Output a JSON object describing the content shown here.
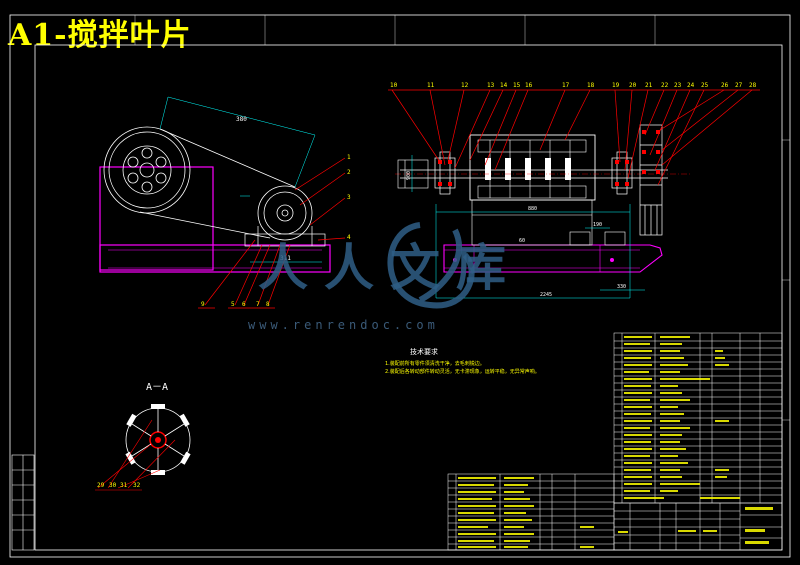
{
  "title": "A1-搅拌叶片",
  "watermark": {
    "url": "www.renrendoc.com",
    "text": "人人文库"
  },
  "section_label": "A－A",
  "tech_req": {
    "title": "技术要求",
    "lines": [
      "1.装配前所有零件须清洗干净，去毛刺锐边。",
      "2.装配后各转动部件转动灵活，无卡滞现象，运转平稳，无异常声响。"
    ]
  },
  "balloons_top": [
    "10",
    "11",
    "12",
    "13",
    "14",
    "15",
    "16",
    "17",
    "18",
    "19",
    "20",
    "21",
    "22",
    "23",
    "24",
    "25",
    "26",
    "27",
    "28"
  ],
  "balloons_left": [
    "1",
    "2",
    "3",
    "4"
  ],
  "balloons_bottom": [
    "9",
    "5",
    "6",
    "7",
    "8"
  ],
  "balloons_section": [
    "29",
    "30",
    "31",
    "32"
  ],
  "dims": {
    "belt_len": "380",
    "pulley_w": "311",
    "total_len": "2245",
    "bearing_span": "190",
    "foot_span": "330",
    "mid_len": "880",
    "height": "900",
    "base_h": "60"
  },
  "colors": {
    "bg": "#000000",
    "frame": "#ffffff",
    "title": "#ffff00",
    "magenta": "#ff00ff",
    "red": "#ff0000",
    "yellow": "#ffff00",
    "watermark": "#2f5f86"
  }
}
